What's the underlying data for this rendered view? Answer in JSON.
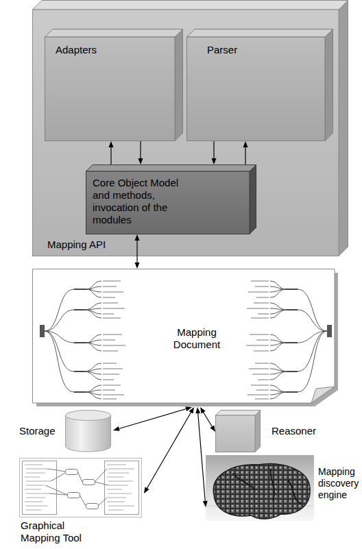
{
  "diagram": {
    "nodes": [
      {
        "text": [
          "Mapping API"
        ]
      },
      {
        "text": [
          "Adapters"
        ],
        "in": 0
      },
      {
        "text": [
          "Parser"
        ],
        "in": 0
      },
      {
        "text": [
          "Core Object Model and methods, invocation of the modules"
        ],
        "in": 0
      },
      {
        "text": [
          "Mapping Document"
        ]
      },
      {
        "text": [
          "Storage"
        ]
      },
      {
        "text": [
          "Reasoner"
        ]
      },
      {
        "text": [
          "Graphical Mapping Tool"
        ]
      },
      {
        "text": [
          "Mapping discovery engine"
        ]
      }
    ],
    "edges": [
      {
        "from": 3,
        "to": 1,
        "arrow": "to"
      },
      {
        "from": 1,
        "to": 3,
        "arrow": "to"
      },
      {
        "from": 2,
        "to": 3,
        "arrow": "to"
      },
      {
        "from": 3,
        "to": 2,
        "arrow": "to"
      },
      {
        "from": 3,
        "to": 4,
        "arrow": "both"
      },
      {
        "from": 4,
        "to": 5,
        "arrow": "both"
      },
      {
        "from": 4,
        "to": 6,
        "arrow": "both"
      },
      {
        "from": 4,
        "to": 7,
        "arrow": "both"
      },
      {
        "from": 4,
        "to": 8,
        "arrow": "both"
      }
    ]
  }
}
